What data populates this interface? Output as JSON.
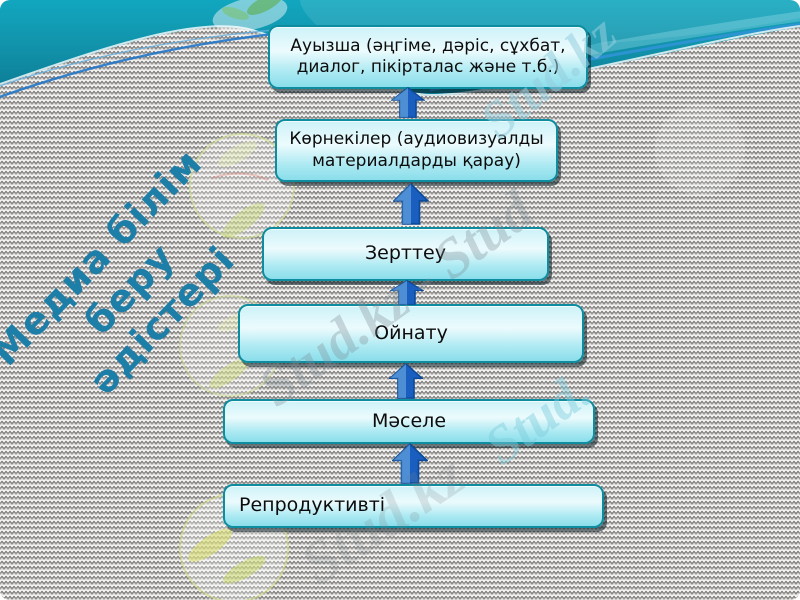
{
  "slide": {
    "title": {
      "line1": "Медиа білім беру",
      "line2": "әдістері",
      "color": "#1d7ea8"
    },
    "diagram": {
      "type": "vertical-flow",
      "direction": "bottom-to-top",
      "arrow_color": "#1e6fd0",
      "boxes": [
        {
          "label": "Ауызша (әңгіме, дәріс, сұхбат, диалог, пікірталас және т.б.)",
          "align": "center"
        },
        {
          "label": "Көрнекілер (аудиовизуалды материалдарды қарау)",
          "align": "center"
        },
        {
          "label": "Зерттеу",
          "align": "center"
        },
        {
          "label": "Ойнату",
          "align": "center"
        },
        {
          "label": "Мәселе",
          "align": "center"
        },
        {
          "label": "Репродуктивті",
          "align": "left"
        }
      ]
    },
    "watermarks": [
      {
        "text": "Stud.kz"
      },
      {
        "text": "Stud.kz - Stud"
      },
      {
        "text": "Stud."
      },
      {
        "text": "Stud.kz"
      }
    ],
    "colors": {
      "band_teal_top": "#11a7bf",
      "band_teal_bottom": "#0b7992",
      "box_border": "#0e8da1",
      "box_fill_top": "#cdf2f8",
      "box_fill_bottom": "#8adeeb",
      "pattern_gray": "#6b6a68",
      "title_teal": "#1d7ea8",
      "arrow_blue": "#1e6fd0"
    }
  }
}
